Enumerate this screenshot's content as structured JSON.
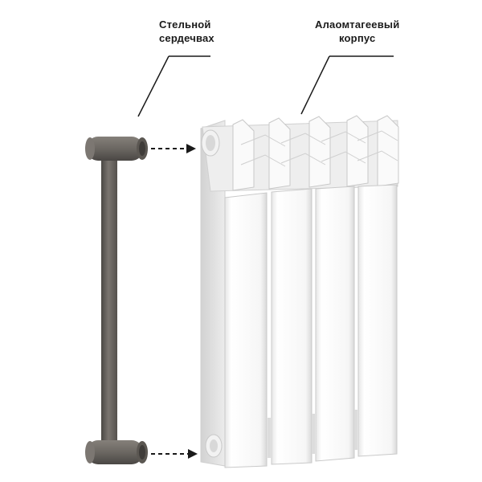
{
  "labels": {
    "steel_core": [
      "Стельной",
      "сердечвах"
    ],
    "aluminum_body": [
      "Алаомтагеевый",
      "корпус"
    ]
  },
  "colors": {
    "steel": "#6b6762",
    "steel_dark": "#4a4744",
    "radiator": "#f4f4f4",
    "radiator_shadow": "#d6d6d6",
    "line": "#1a1a1a"
  }
}
